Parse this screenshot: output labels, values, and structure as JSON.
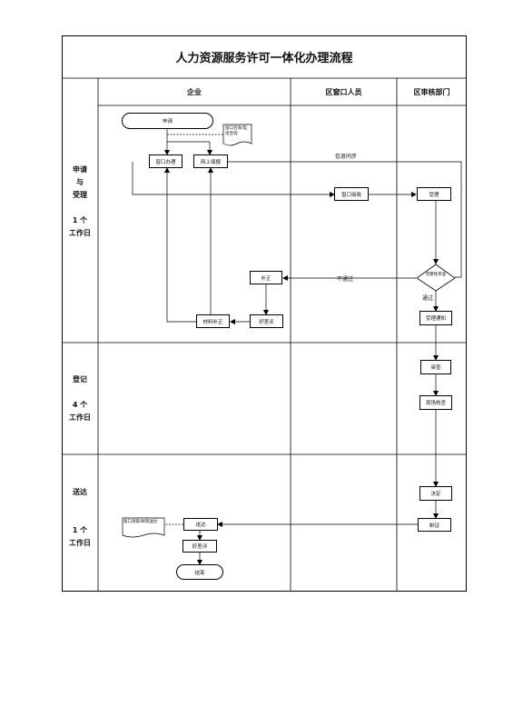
{
  "title": "人力资源服务许可一体化办理流程",
  "lanes": {
    "enterprise": "企业",
    "window_staff": "区窗口人员",
    "review_dept": "区审核部门"
  },
  "phases": {
    "p1": {
      "line1": "申请",
      "line2": "与",
      "line3": "受理",
      "line4": "1 个",
      "line5": "工作日"
    },
    "p2": {
      "line1": "登记",
      "line2": "4 个",
      "line3": "工作日"
    },
    "p3": {
      "line1": "送达",
      "line2": "1 个",
      "line3": "工作日"
    }
  },
  "nodes": {
    "apply": "申请",
    "doc_consult": "窗口咨询/电话咨询",
    "window_handle": "窗口办理",
    "online_apply": "网上填报",
    "window_receive": "窗口接收",
    "accept": "受理",
    "decision": "完整性审查",
    "correction": "补正",
    "material_supplement": "材料补正",
    "good_bad_review_1": "好差评",
    "accept_notice": "受理通知",
    "review": "审查",
    "site_check": "现场核查",
    "decide": "决定",
    "certificate": "制证",
    "doc_pickup": "窗口领取/邮寄送达",
    "deliver": "送达",
    "good_bad_review_2": "好差评",
    "end": "结束"
  },
  "edge_labels": {
    "info_sync": "信息同步",
    "not_pass": "不通过",
    "pass": "通过"
  }
}
